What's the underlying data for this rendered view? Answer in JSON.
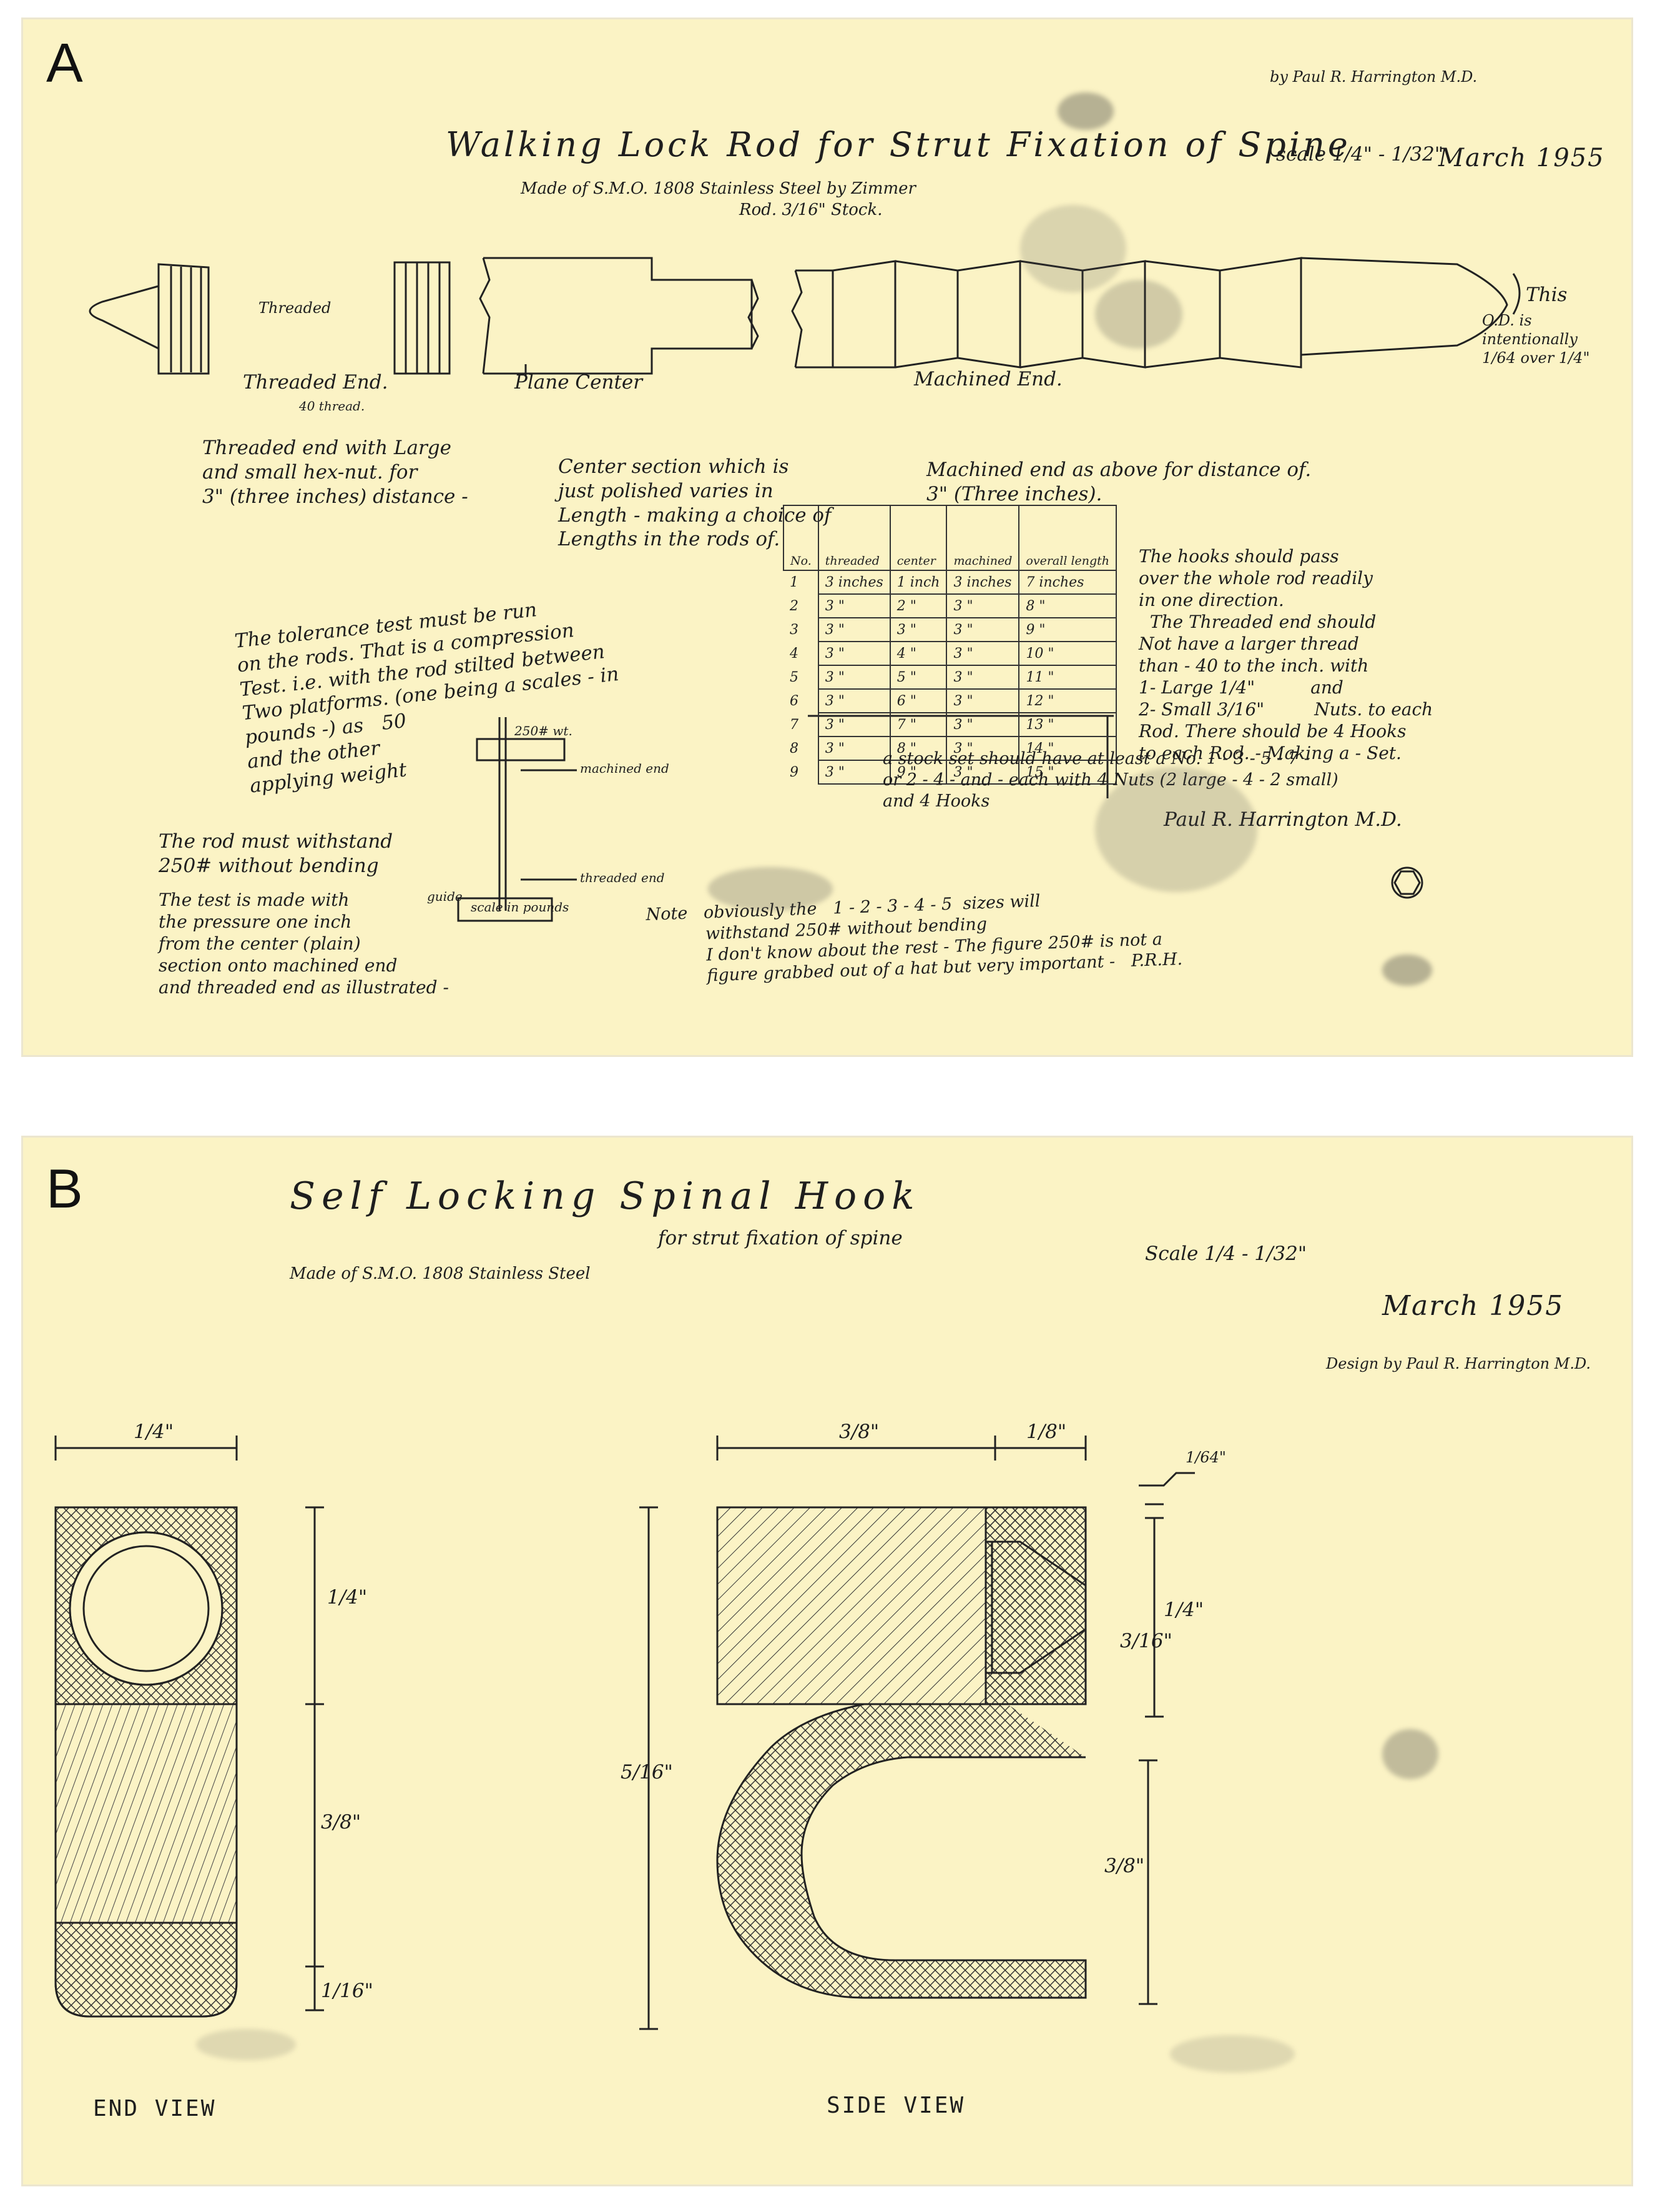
{
  "panels": [
    {
      "letter": "A",
      "signature_top": "by Paul R. Harrington M.D.",
      "title": "Walking Lock Rod for Strut Fixation of Spine",
      "scale": "scale 1/4\" - 1/32\"",
      "date": "March 1955",
      "material_line1": "Made of S.M.O. 1808 Stainless Steel by Zimmer",
      "material_line2": "Rod. 3/16\" Stock.",
      "threaded_label": "Threaded",
      "labels": {
        "threaded_end": "Threaded End.",
        "threads": "40 thread.",
        "plane_center": "Plane Center",
        "machined_end": "Machined End.",
        "this_od": "This",
        "od_note": "O.D. is\nintentionally\n1/64 over 1/4\""
      },
      "notes": {
        "threaded_end_note": "Threaded end with Large\nand small hex-nut. for\n3\" (three inches) distance -",
        "center_note": "Center section which is\njust polished varies in\nLength - making a choice of\nLengths in the rods of.",
        "machined_note": "Machined end as above for distance of.\n3\" (Three inches).",
        "hooks_note": "The hooks should pass\nover the whole rod readily\nin one direction.\n  The Threaded end should\nNot have a larger thread\nthan - 40 to the inch. with\n1- Large 1/4\"          and\n2- Small 3/16\"         Nuts. to each\nRod. There should be 4 Hooks\nto each Rod. - Making a - Set.",
        "stock_note": "a stock set should have at least a No. 1 - 3 - 5 - 7 -\nor 2 - 4 - and - each with 4 Nuts (2 large - 4 - 2 small)\nand 4 Hooks",
        "signature_bottom": "Paul R. Harrington M.D.",
        "tolerance_note": "The tolerance test must be run\non the rods. That is a compression\nTest. i.e. with the rod stilted between\nTwo platforms. (one being a scales - in\npounds -) as   50\nand the other\napplying weight",
        "withstand_note": "The rod must withstand\n250# without bending",
        "test_note": "The test is made with\nthe pressure one inch\nfrom the center (plain)\nsection onto machined end\nand threaded end as illustrated -",
        "guide": "guide",
        "wt": "250# wt.",
        "machined_end_lbl": "machined end",
        "threaded_end_lbl": "threaded end",
        "scale_lbl": "scale in pounds",
        "final_note": "Note   obviously the   1 - 2 - 3 - 4 - 5  sizes will\n           withstand 250# without bending\n           I don't know about the rest - The figure 250# is not a\n           figure grabbed out of a hat but very important -   P.R.H."
      },
      "table": {
        "headers": [
          "No.",
          "threaded",
          "center",
          "machined",
          "overall length"
        ],
        "rows": [
          [
            "1",
            "3 inches",
            "1 inch",
            "3 inches",
            "7 inches"
          ],
          [
            "2",
            "3 \"",
            "2 \"",
            "3 \"",
            "8 \""
          ],
          [
            "3",
            "3 \"",
            "3 \"",
            "3 \"",
            "9 \""
          ],
          [
            "4",
            "3 \"",
            "4 \"",
            "3 \"",
            "10 \""
          ],
          [
            "5",
            "3 \"",
            "5 \"",
            "3 \"",
            "11 \""
          ],
          [
            "6",
            "3 \"",
            "6 \"",
            "3 \"",
            "12 \""
          ],
          [
            "7",
            "3 \"",
            "7 \"",
            "3 \"",
            "13 \""
          ],
          [
            "8",
            "3 \"",
            "8 \"",
            "3 \"",
            "14 \""
          ],
          [
            "9",
            "3 \"",
            "9 \"",
            "3 \"",
            "15 \""
          ]
        ]
      }
    },
    {
      "letter": "B",
      "title": "Self Locking Spinal Hook",
      "subtitle": "for strut fixation of spine",
      "material": "Made of S.M.O. 1808 Stainless Steel",
      "scale": "Scale 1/4 - 1/32\"",
      "date": "March 1955",
      "design": "Design by Paul R. Harrington M.D.",
      "dims": {
        "end_width": "1/4\"",
        "end_top": "1/4\"",
        "end_mid": "3/8\"",
        "end_bottom": "1/16\"",
        "side_main": "3/8\"",
        "side_tip": "1/8\"",
        "side_height": "5/16\"",
        "side_lower": "3/8\"",
        "right_small": "1/64\"",
        "right_quarter": "1/4\"",
        "right_316": "3/16\""
      },
      "views": {
        "end_view": "END VIEW",
        "side_view": "SIDE VIEW"
      }
    }
  ]
}
